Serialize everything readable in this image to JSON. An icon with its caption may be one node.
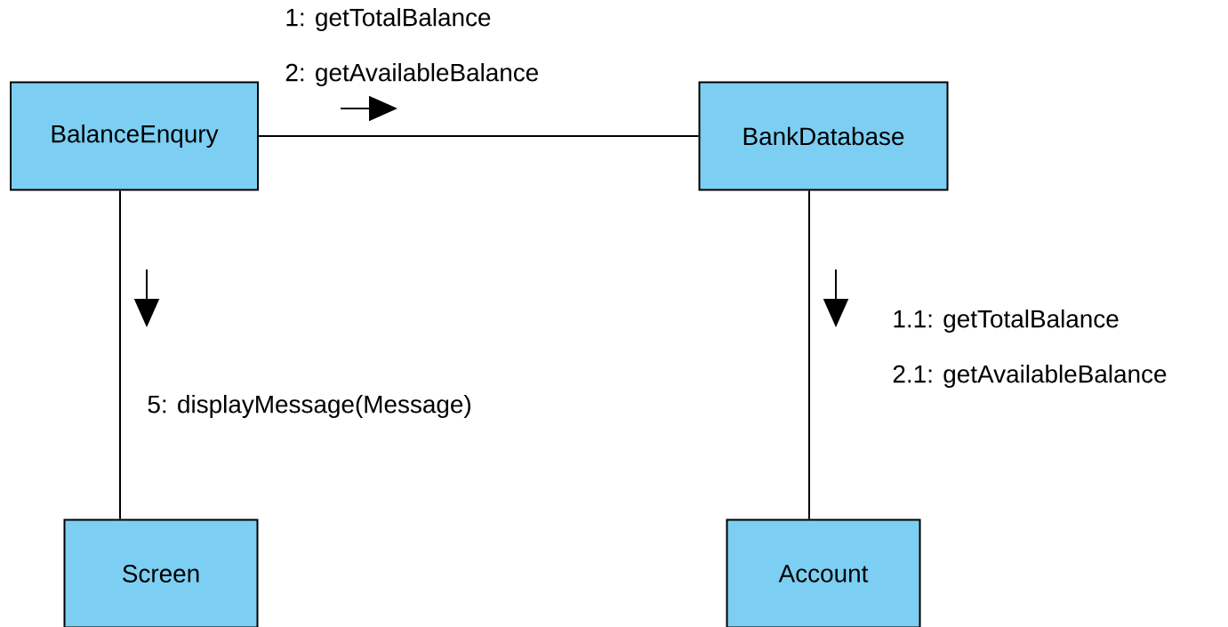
{
  "diagram": {
    "nodes": [
      {
        "text": [
          "BalanceEnqury"
        ]
      },
      {
        "text": [
          "BankDatabase"
        ]
      },
      {
        "text": [
          "Screen"
        ]
      },
      {
        "text": [
          "Account"
        ]
      }
    ],
    "edges": [
      {
        "from": 0,
        "to": 1,
        "arrow": "none"
      },
      {
        "from": 0,
        "to": 2,
        "arrow": "none"
      },
      {
        "from": 1,
        "to": 3,
        "arrow": "none"
      }
    ],
    "labels": [
      "1: getTotalBalance",
      "2: getAvailableBalance",
      "5: displayMessage(Message)",
      "1.1: getTotalBalance",
      "2.1: getAvailableBalance"
    ]
  }
}
